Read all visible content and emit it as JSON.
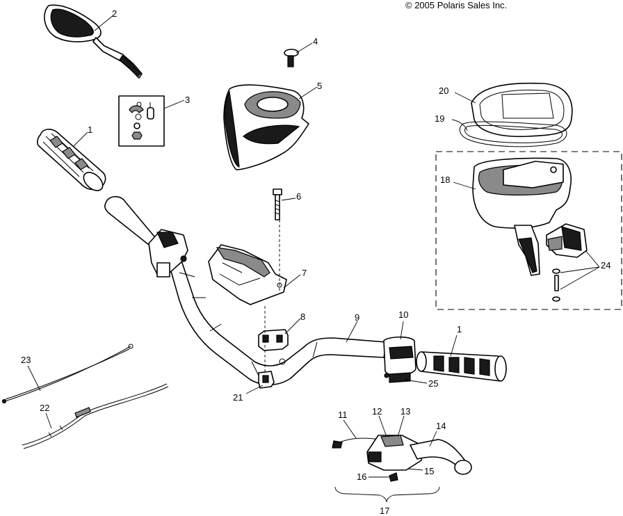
{
  "copyright": "© 2005 Polaris Sales Inc.",
  "callouts": {
    "c1a": "1",
    "c1b": "1",
    "c2": "2",
    "c3": "3",
    "c4": "4",
    "c5": "5",
    "c6": "6",
    "c7": "7",
    "c8": "8",
    "c9": "9",
    "c10": "10",
    "c11": "11",
    "c12": "12",
    "c13": "13",
    "c14": "14",
    "c15": "15",
    "c16": "16",
    "c17": "17",
    "c18": "18",
    "c19": "19",
    "c20": "20",
    "c21": "21",
    "c22": "22",
    "c23": "23",
    "c24": "24",
    "c25": "25"
  }
}
